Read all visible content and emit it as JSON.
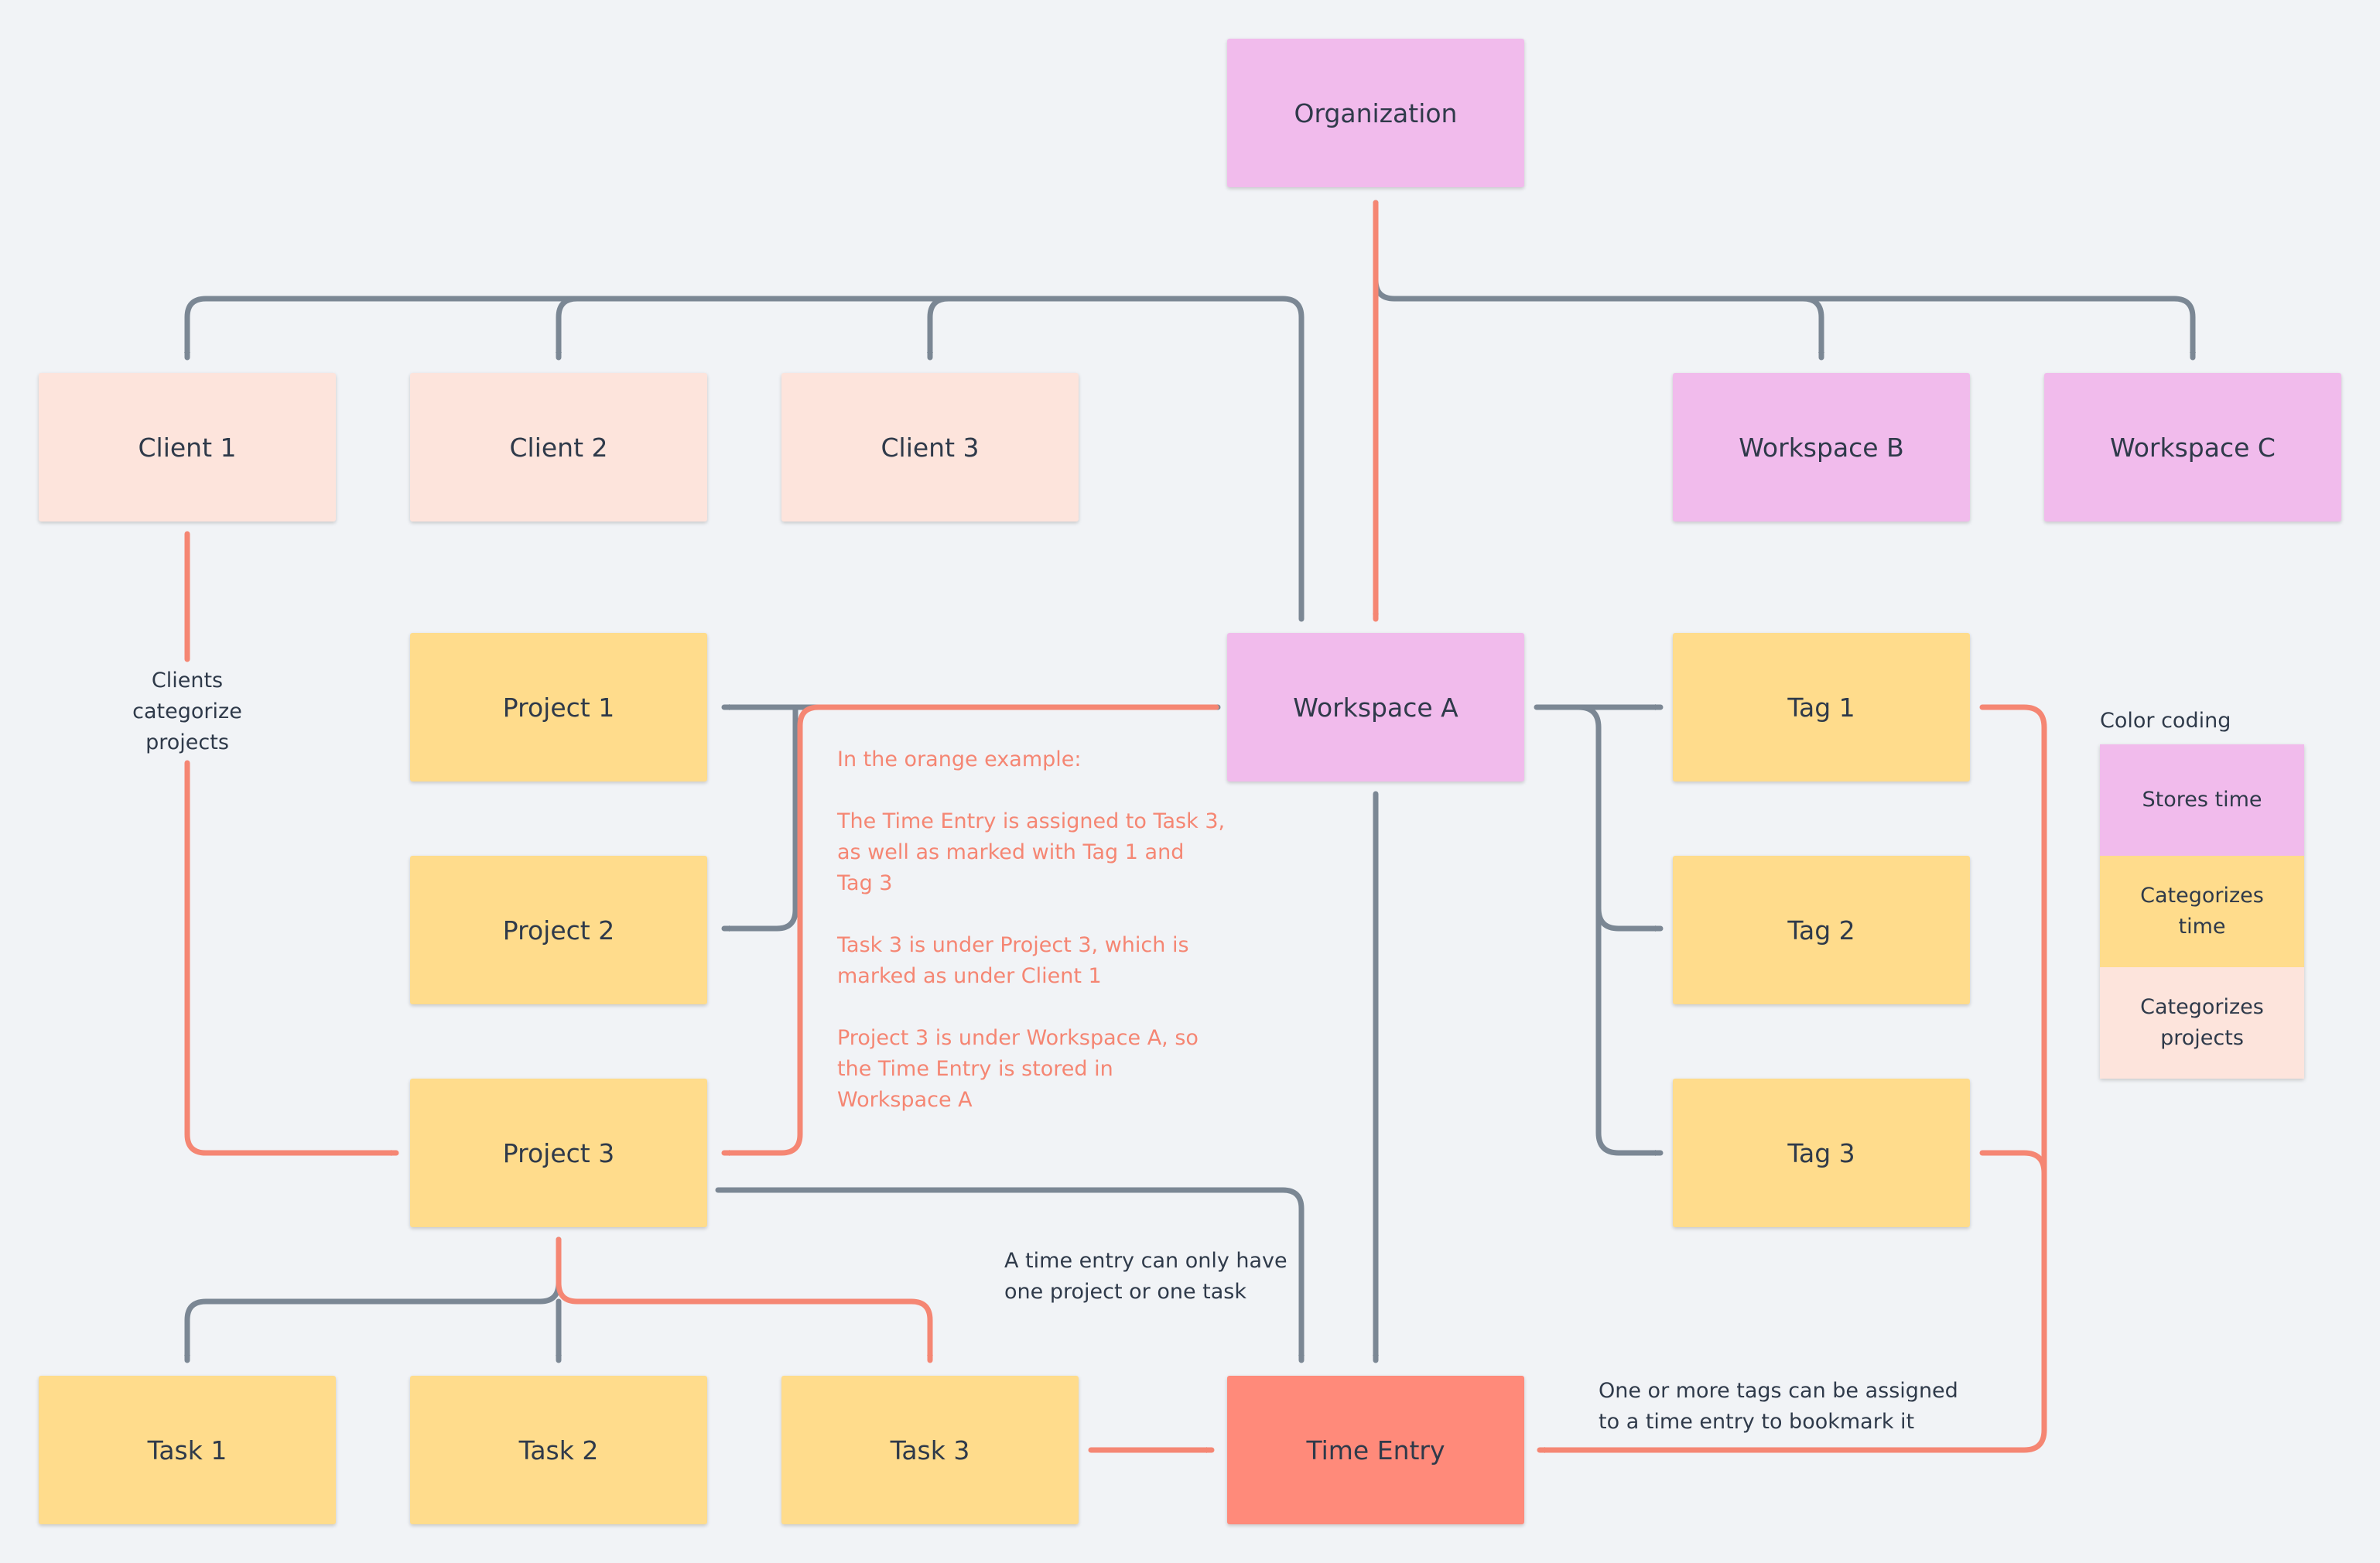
{
  "colors": {
    "background": "#f1f3f6",
    "stores_time": "#f1bbec",
    "categorizes_time": "#ffdc8c",
    "categorizes_projects": "#fde4dc",
    "time_entry": "#ff8a7a",
    "gray_link": "#7b8794",
    "orange_link": "#f58673"
  },
  "nodes": {
    "organization": "Organization",
    "client1": "Client 1",
    "client2": "Client 2",
    "client3": "Client 3",
    "workspace_b": "Workspace B",
    "workspace_c": "Workspace C",
    "workspace_a": "Workspace A",
    "project1": "Project 1",
    "project2": "Project 2",
    "project3": "Project 3",
    "tag1": "Tag 1",
    "tag2": "Tag 2",
    "tag3": "Tag 3",
    "task1": "Task 1",
    "task2": "Task 2",
    "task3": "Task 3",
    "time_entry": "Time Entry"
  },
  "notes": {
    "clients": "Clients\ncategorize\nprojects",
    "orange_example": "In the orange example:\n\nThe Time Entry is assigned to Task 3,\nas well as marked with Tag 1 and\nTag 3\n\nTask 3 is under Project 3, which is\nmarked as under Client 1\n\nProject 3 is under Workspace A, so\nthe Time Entry is stored in\nWorkspace A",
    "one_project": "A time entry can only have\none project or one task",
    "tags": "One or more tags can be assigned\nto a time entry to bookmark it"
  },
  "legend": {
    "title": "Color coding",
    "items": [
      {
        "label": "Stores time",
        "color": "#f1bbec"
      },
      {
        "label": "Categorizes\ntime",
        "color": "#ffdc8c"
      },
      {
        "label": "Categorizes\nprojects",
        "color": "#fde4dc"
      }
    ]
  }
}
